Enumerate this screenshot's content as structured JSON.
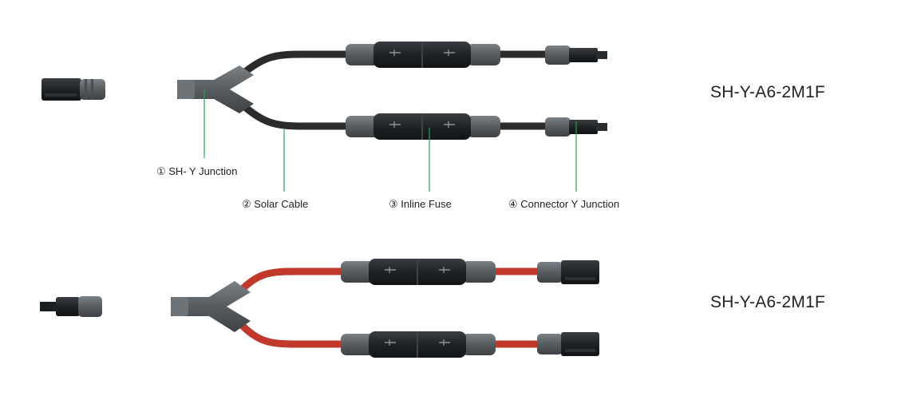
{
  "products": [
    {
      "model": "SH-Y-A6-2M1F",
      "cable_color": "#2b2b2b",
      "callouts": [
        {
          "label": "① SH- Y Junction"
        },
        {
          "label": "② Solar Cable"
        },
        {
          "label": "③ Inline Fuse"
        },
        {
          "label": "④ Connector Y Junction"
        }
      ]
    },
    {
      "model": "SH-Y-A6-2M1F",
      "cable_color": "#c0392b"
    }
  ],
  "colors": {
    "leader_line": "#2e9e5b",
    "body_gray": "#5a5f63",
    "dark": "#1f2326"
  }
}
